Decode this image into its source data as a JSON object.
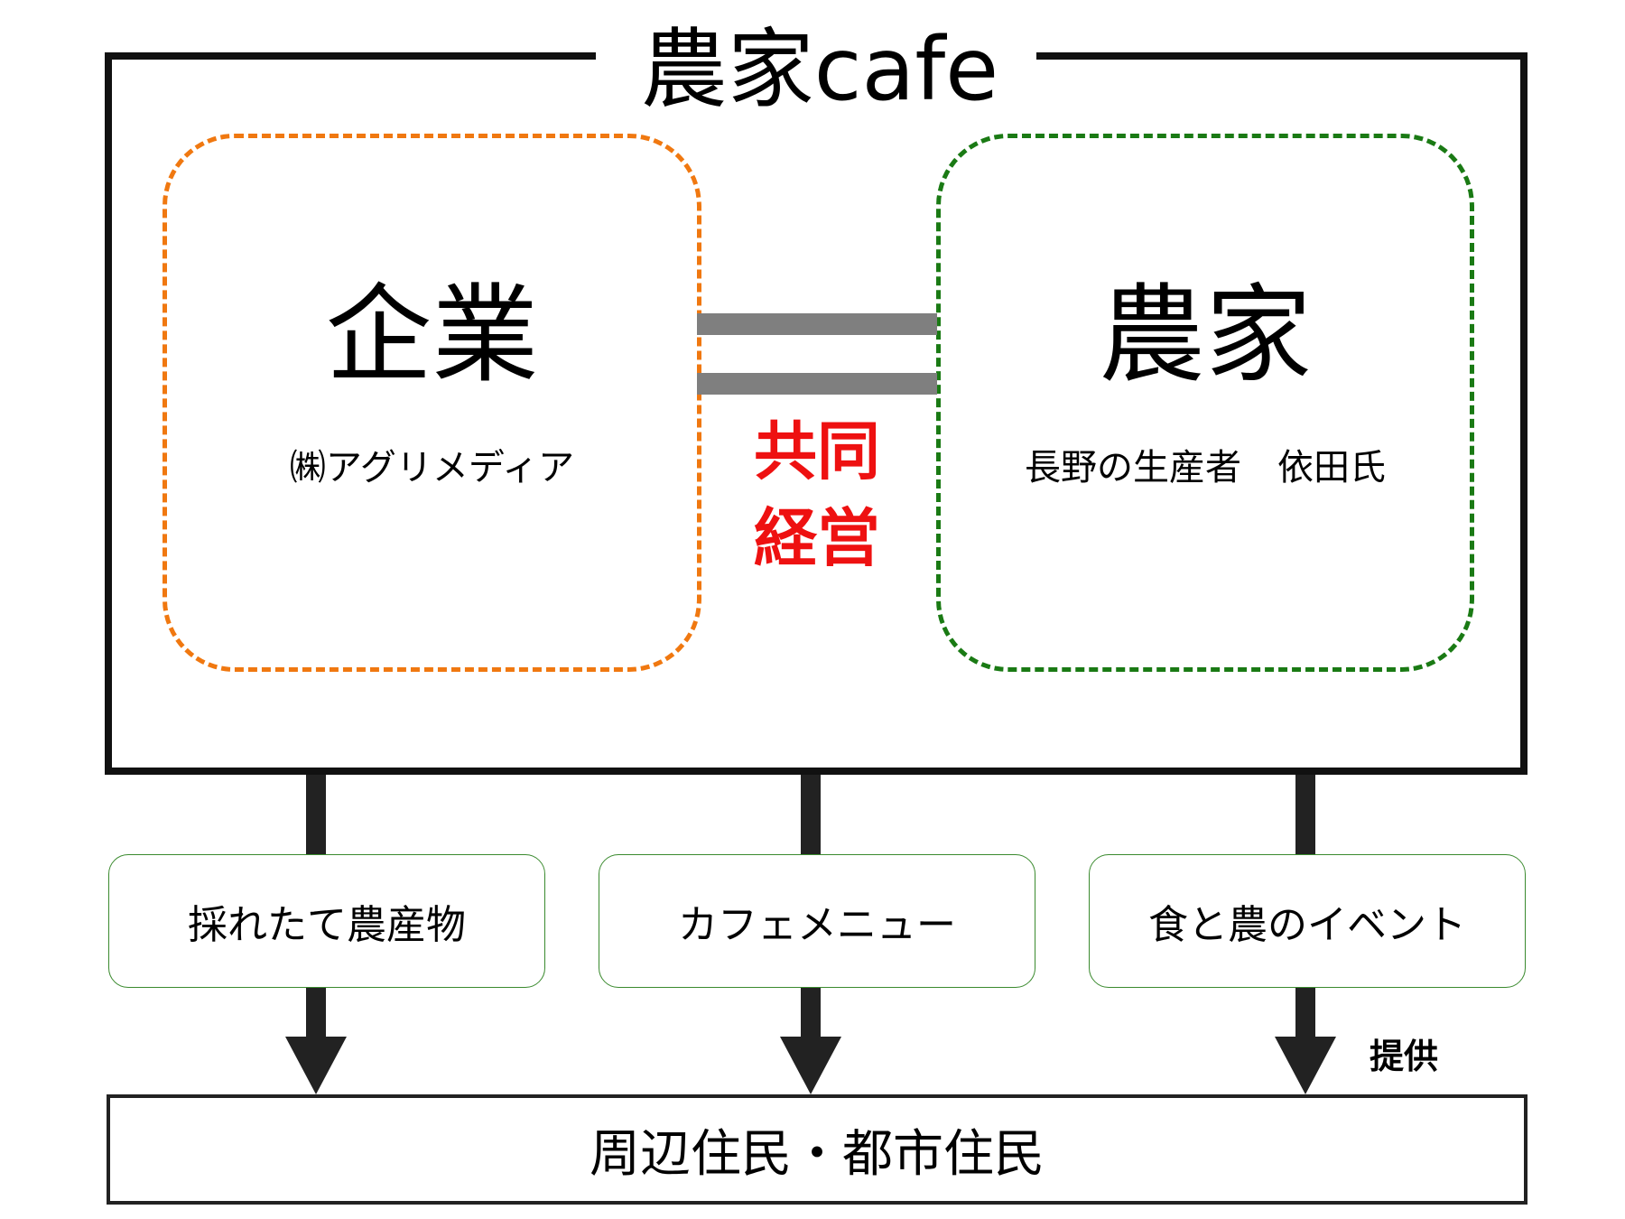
{
  "diagram": {
    "title": "農家cafe",
    "left_party": {
      "label": "企業",
      "detail": "㈱アグリメディア",
      "color": "#f07810"
    },
    "right_party": {
      "label": "農家",
      "detail": "長野の生産者　依田氏",
      "color": "#1a7a14"
    },
    "relation_symbol": "equals",
    "relation_label": [
      "共同",
      "経営"
    ],
    "relation_color": "#ee1111",
    "offerings": [
      "採れたて農産物",
      "カフェメニュー",
      "食と農のイベント"
    ],
    "flow_label": "提供",
    "recipients": "周辺住民・都市住民"
  }
}
